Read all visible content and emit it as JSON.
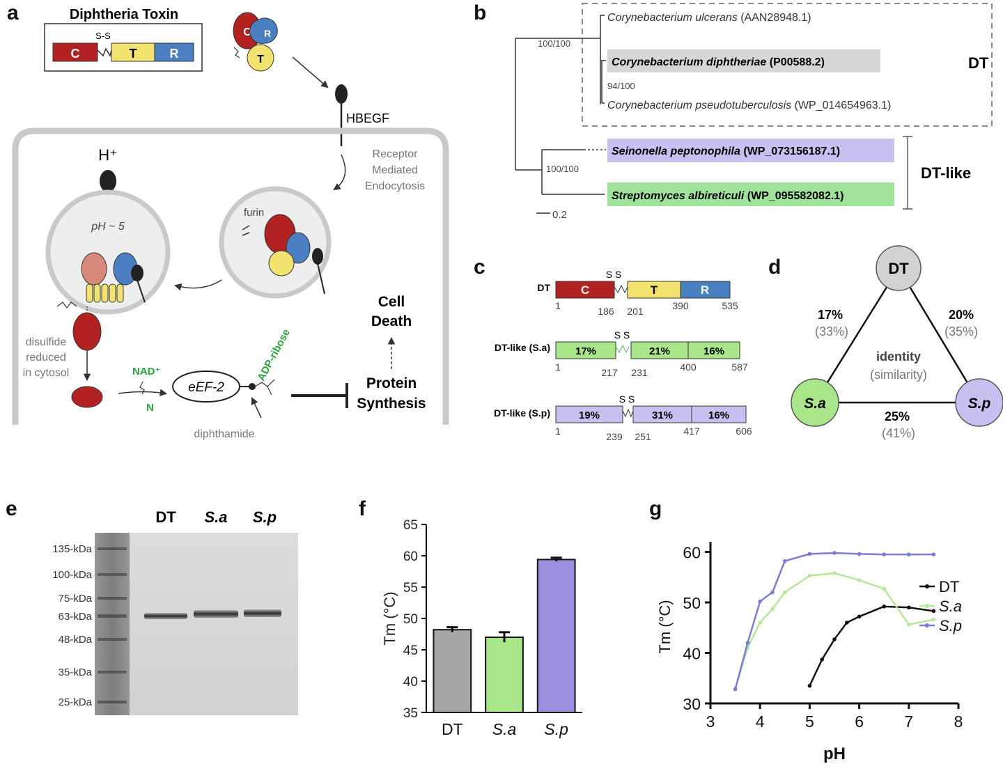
{
  "panel_labels": {
    "a": "a",
    "b": "b",
    "c": "c",
    "d": "d",
    "e": "e",
    "f": "f",
    "g": "g"
  },
  "colors": {
    "C": "#b22222",
    "T": "#f2e36e",
    "R": "#4a7fc1",
    "sa": "#a9e68a",
    "sp": "#b9b0ec",
    "dt_gray": "#a7a7a7",
    "sa_line": "#b6e89a",
    "sp_line": "#7c7cd6",
    "cell": "#c9c9c9"
  },
  "panel_a": {
    "title": "Diphtheria Toxin",
    "ss": "S-S",
    "dom_C": "C",
    "dom_T": "T",
    "dom_R": "R",
    "hbegf": "HBEGF",
    "rme": [
      "Receptor",
      "Mediated",
      "Endocytosis"
    ],
    "hplus": "H⁺",
    "ph": "pH ~ 5",
    "furin": "furin",
    "disulfide": [
      "disulfide",
      "reduced",
      "in cytosol"
    ],
    "nad": "NAD⁺",
    "n": "N",
    "eef2": "eEF-2",
    "adp": "ADP-ribose",
    "diphthamide": "diphthamide",
    "cell_death": [
      "Cell",
      "Death"
    ],
    "protein_synthesis": [
      "Protein",
      "Synthesis"
    ]
  },
  "panel_b": {
    "taxa": [
      {
        "genus": "Corynebacterium ulcerans",
        "acc": "(AAN28948.1)"
      },
      {
        "genus": "Corynebacterium diphtheriae",
        "acc": "(P00588.2)"
      },
      {
        "genus": "Corynebacterium pseudotuberculosis",
        "acc": "(WP_014654963.1)"
      },
      {
        "genus": "Seinonella peptonophila",
        "acc": "(WP_073156187.1)"
      },
      {
        "genus": "Streptomyces albireticuli",
        "acc": "(WP_095582082.1)"
      }
    ],
    "support1": "100/100",
    "support2": "94/100",
    "support3": "100/100",
    "scale": "0.2",
    "group_dt": "DT",
    "group_dtlike": "DT-like"
  },
  "panel_c": {
    "rows": [
      {
        "label": "DT",
        "seg": [
          "C",
          "T",
          "R"
        ],
        "nums": [
          "1",
          "186",
          "201",
          "390",
          "535"
        ]
      },
      {
        "label": "DT-like (S.a)",
        "seg": [
          "17%",
          "21%",
          "16%"
        ],
        "nums": [
          "1",
          "217",
          "231",
          "400",
          "587"
        ]
      },
      {
        "label": "DT-like (S.p)",
        "seg": [
          "19%",
          "31%",
          "16%"
        ],
        "nums": [
          "1",
          "239",
          "251",
          "417",
          "606"
        ]
      }
    ],
    "ss": "S S"
  },
  "panel_d": {
    "nodes": {
      "dt": "DT",
      "sa": "S.a",
      "sp": "S.p"
    },
    "left": {
      "id": "17%",
      "sim": "(33%)"
    },
    "right": {
      "id": "20%",
      "sim": "(35%)"
    },
    "bottom": {
      "id": "25%",
      "sim": "(41%)"
    },
    "center": [
      "identity",
      "(similarity)"
    ]
  },
  "panel_e": {
    "lanes": [
      "DT",
      "S.a",
      "S.p"
    ],
    "markers": [
      "135-kDa",
      "100-kDa",
      "75-kDa",
      "63-kDa",
      "48-kDa",
      "35-kDa",
      "25-kDa"
    ]
  },
  "chart_data": [
    {
      "type": "bar",
      "panel": "f",
      "categories": [
        "DT",
        "S.a",
        "S.p"
      ],
      "values": [
        48.2,
        47.0,
        59.4
      ],
      "errors": [
        0.4,
        0.8,
        0.3
      ],
      "ylabel": "Tm (°C)",
      "ylim": [
        35,
        65
      ],
      "yticks": [
        35,
        40,
        45,
        50,
        55,
        60,
        65
      ],
      "colors": [
        "#a7a7a7",
        "#a9e68a",
        "#9b90e0"
      ]
    },
    {
      "type": "line",
      "panel": "g",
      "xlabel": "pH",
      "ylabel": "Tm (°C)",
      "xlim": [
        3,
        8
      ],
      "ylim": [
        30,
        62
      ],
      "xticks": [
        3,
        4,
        5,
        6,
        7,
        8
      ],
      "yticks": [
        30,
        40,
        50,
        60
      ],
      "series": [
        {
          "name": "DT",
          "color": "#111111",
          "x": [
            5.0,
            5.25,
            5.5,
            5.75,
            6.0,
            6.5,
            7.0,
            7.5
          ],
          "y": [
            33.5,
            38.7,
            42.7,
            46.0,
            47.2,
            49.2,
            49.0,
            48.3
          ]
        },
        {
          "name": "S.a",
          "color": "#b6e89a",
          "x": [
            3.5,
            3.75,
            4.0,
            4.25,
            4.5,
            5.0,
            5.5,
            6.0,
            6.5,
            7.0,
            7.5
          ],
          "y": [
            33.0,
            41.0,
            46.0,
            48.7,
            52.0,
            55.3,
            55.8,
            54.4,
            52.7,
            45.6,
            46.6
          ]
        },
        {
          "name": "S.p",
          "color": "#7c7cd6",
          "x": [
            3.5,
            3.75,
            4.0,
            4.25,
            4.5,
            5.0,
            5.5,
            6.0,
            6.5,
            7.0,
            7.5
          ],
          "y": [
            32.8,
            42.0,
            50.2,
            52.0,
            58.2,
            59.6,
            59.8,
            59.6,
            59.5,
            59.5,
            59.5
          ]
        }
      ]
    }
  ]
}
